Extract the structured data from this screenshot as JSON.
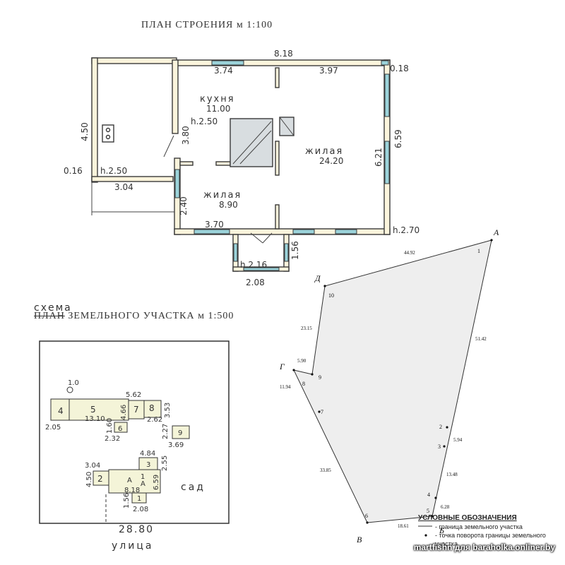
{
  "floor_plan": {
    "title": "ПЛАН СТРОЕНИЯ м 1:100",
    "labels": {
      "total_width": "8.18",
      "top_left": "3.74",
      "top_right": "3.97",
      "right_offset": "0.18",
      "left_height": "4.50",
      "kitchen_name": "кухня",
      "kitchen_area": "11.00",
      "kitchen_h": "h.2.50",
      "partition": "3.80",
      "porch_h": "h.2.50",
      "porch_offset": "0.16",
      "porch_width": "3.04",
      "living_left_name": "жилая",
      "living_left_area": "8.90",
      "left_bottom_height": "2.40",
      "living_right_name": "жилая",
      "living_right_area": "24.20",
      "right_inner": "6.21",
      "right_outer": "6.59",
      "bottom_left": "3.70",
      "room_h": "h.2.70",
      "entrance_depth": "1.56",
      "entrance_h": "h.2.16",
      "entrance_width": "2.08"
    }
  },
  "site_scheme": {
    "title_handwritten": "схема",
    "title_struck": "ПЛАН",
    "title_rest": "ЗЕМЕЛЬНОГО УЧАСТКА м 1:500",
    "labels": {
      "b_top": "1.0",
      "b_dims_top": "5.62",
      "b_label4": "4",
      "b_label5": "5",
      "b_area": "13.10",
      "b_466": "4.66",
      "b_label7": "7",
      "b_label8": "8",
      "b_353": "3.53",
      "b_205": "2.05",
      "b_262": "2.62",
      "b_160": "1.60",
      "b_label6": "6",
      "b_232": "2.32",
      "b_227": "2.27",
      "b_label9": "9",
      "b_369": "3.69",
      "h_484": "4.84",
      "h_label3": "3",
      "h_304": "3.04",
      "h_255": "2.55",
      "h_450": "4.50",
      "h_label2": "2",
      "h_labelA": "А",
      "h_labelA1": "1",
      "h_labelA1b": "A",
      "h_818": "8.18",
      "h_659": "6.59",
      "h_156": "1.56",
      "h_label1": "1",
      "h_208": "2.08",
      "garden": "сад",
      "frontage": "28.80",
      "street": "улица"
    }
  },
  "parcel": {
    "corners": [
      "А",
      "Д",
      "Г",
      "В",
      "Б"
    ],
    "point_numbers": [
      "1",
      "10",
      "9",
      "8",
      "7",
      "6",
      "5",
      "4",
      "3",
      "2"
    ],
    "edge_lengths": [
      "44.92",
      "51.42",
      "23.15",
      "5.90",
      "11.94",
      "33.85",
      "5.94",
      "13.48",
      "6.28",
      "18.61"
    ]
  },
  "legend": {
    "title": "УСЛОВНЫЕ ОБОЗНАЧЕНИЯ",
    "items": [
      "- граница земельного участка",
      "- точка поворота границы земельного участка"
    ]
  },
  "watermark": "martfishn для baraholka.onliner.by",
  "colors": {
    "wall_fill": "#fbf4dc",
    "wall_stroke": "#3a3a3a",
    "window": "#9bd3da",
    "parcel_fill": "#eeeeee",
    "building_fill": "#f4f4d8"
  }
}
